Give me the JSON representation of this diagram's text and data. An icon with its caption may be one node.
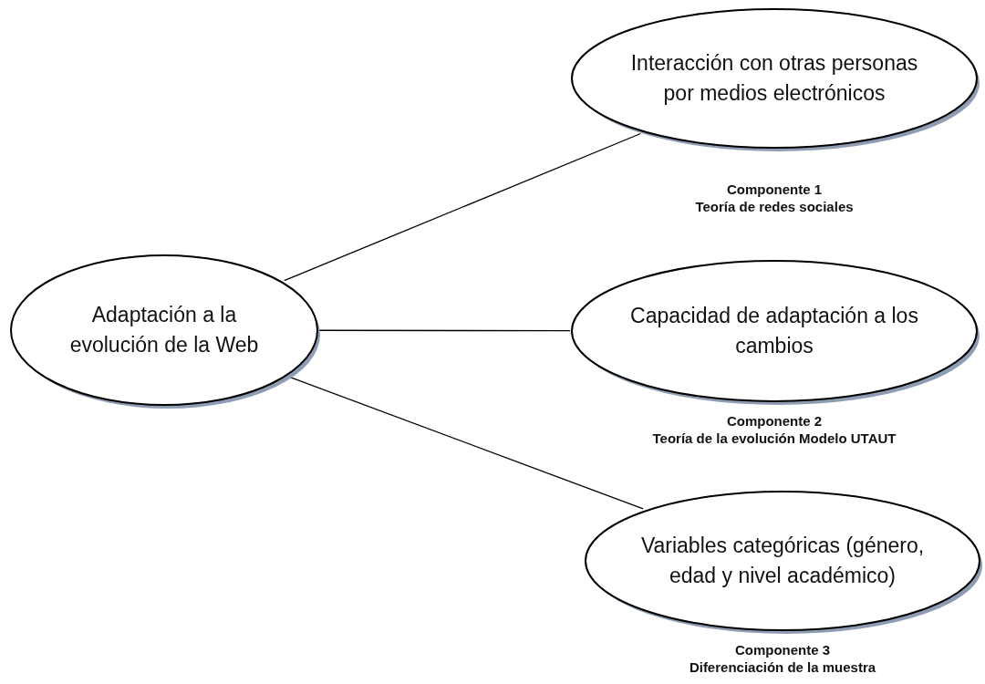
{
  "diagram": {
    "nodes": [
      {
        "text": [
          "Adaptación a la evolución de la Web"
        ]
      },
      {
        "text": [
          "Interacción con otras personas por medios electrónicos"
        ],
        "beside": [
          "Componente 1",
          "Teoría de redes sociales"
        ]
      },
      {
        "text": [
          "Capacidad de adaptación a los cambios"
        ],
        "beside": [
          "Componente 2",
          "Teoría de la evolución Modelo UTAUT"
        ]
      },
      {
        "text": [
          "Variables categóricas (género, edad y nivel académico)"
        ],
        "beside": [
          "Componente 3",
          "Diferenciación de la muestra"
        ]
      }
    ],
    "edges": [
      {
        "from": 0,
        "to": 1,
        "arrow": "none"
      },
      {
        "from": 0,
        "to": 2,
        "arrow": "none"
      },
      {
        "from": 0,
        "to": 3,
        "arrow": "none"
      }
    ]
  }
}
